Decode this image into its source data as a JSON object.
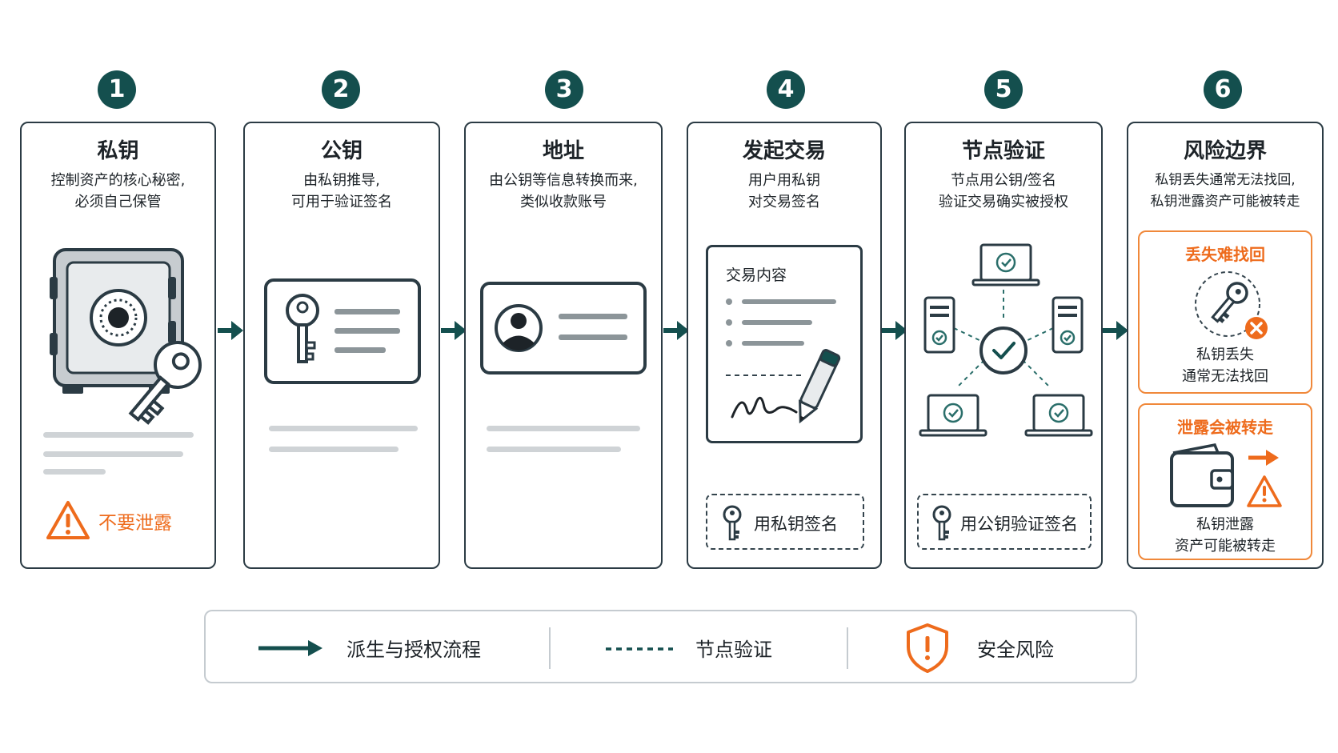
{
  "steps": [
    {
      "num": "1",
      "title": "私钥",
      "desc1": "控制资产的核心秘密,",
      "desc2": "必须自己保管"
    },
    {
      "num": "2",
      "title": "公钥",
      "desc1": "由私钥推导,",
      "desc2": "可用于验证签名"
    },
    {
      "num": "3",
      "title": "地址",
      "desc1": "由公钥等信息转换而来,",
      "desc2": "类似收款账号"
    },
    {
      "num": "4",
      "title": "发起交易",
      "desc1": "用户用私钥",
      "desc2": "对交易签名"
    },
    {
      "num": "5",
      "title": "节点验证",
      "desc1": "节点用公钥/签名",
      "desc2": "验证交易确实被授权"
    },
    {
      "num": "6",
      "title": "风险边界",
      "desc1": "私钥丢失通常无法找回,",
      "desc2": "私钥泄露资产可能被转走"
    }
  ],
  "card1": {
    "warning_label": "不要泄露"
  },
  "card4": {
    "doc_title": "交易内容",
    "action_label": "用私钥签名"
  },
  "card5": {
    "action_label": "用公钥验证签名"
  },
  "card6": {
    "lost": {
      "title": "丢失难找回",
      "desc1": "私钥丢失",
      "desc2": "通常无法找回"
    },
    "leak": {
      "title": "泄露会被转走",
      "desc1": "私钥泄露",
      "desc2": "资产可能被转走"
    }
  },
  "legend": {
    "flow_label": "派生与授权流程",
    "verify_label": "节点验证",
    "risk_label": "安全风险"
  },
  "colors": {
    "primary": "#144f4e",
    "accent": "#ee6b1c",
    "ink": "#1d2328"
  },
  "icons": [
    "safe-icon",
    "key-icon",
    "id-card-icon",
    "user-avatar-icon",
    "document-icon",
    "pen-icon",
    "laptop-icon",
    "server-icon",
    "checkmark-icon",
    "warning-icon",
    "wallet-icon",
    "shield-warning-icon",
    "arrow-right-icon"
  ]
}
